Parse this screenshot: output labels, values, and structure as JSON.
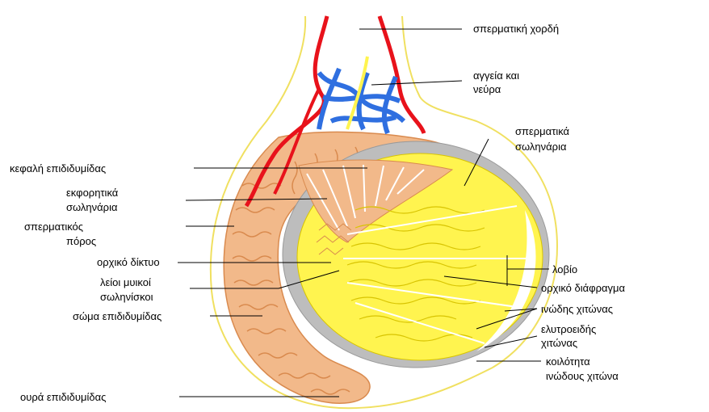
{
  "colors": {
    "background": "#ffffff",
    "testis": "#fff44f",
    "testis_lines": "#d8c400",
    "epididymis": "#f2b98a",
    "epididymis_dark": "#d98a4e",
    "tunica": "#bdbdbd",
    "outline": "#f0e060",
    "artery": "#e8121b",
    "vein": "#2f6fe0",
    "leader": "#000000"
  },
  "labels": {
    "spermatic_cord": "σπερματική χορδή",
    "vessels_line1": "αγγεία και",
    "vessels_line2": "νεύρα",
    "seminiferous_line1": "σπερματικά",
    "seminiferous_line2": "σωληνάρια",
    "epididymis_head": "κεφαλή επιδιδυμίδας",
    "efferent_line1": "εκφορητικά",
    "efferent_line2": "σωληνάρια",
    "vas_line1": "σπερματικός",
    "vas_line2": "πόρος",
    "rete_testis": "ορχικό δίκτυο",
    "straight_line1": "λείοι μυικοί",
    "straight_line2": "σωληνίσκοι",
    "epididymis_body": "σώμα επιδιδυμίδας",
    "epididymis_tail": "ουρά επιδιδυμίδας",
    "lobules": "λοβίο",
    "septum": "ορχικό διάφραγμα",
    "tunica_albuginea": "ινώδης χιτώνας",
    "tunica_vaginalis_line1": "ελυτροειδής",
    "tunica_vaginalis_line2": "χιτώνας",
    "cavity_line1": "κοιλότητα",
    "cavity_line2": "ινώδους χιτώνα"
  }
}
